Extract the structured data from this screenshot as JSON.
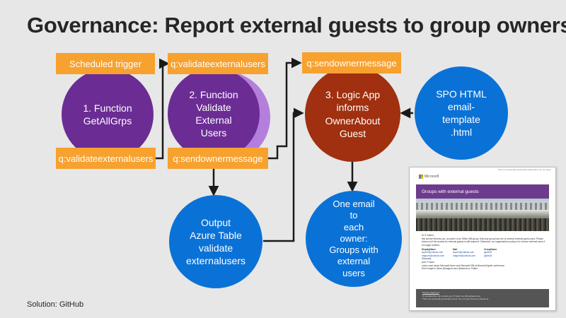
{
  "title": "Governance: Report external guests to group owners",
  "footer": "Solution: GitHub",
  "colors": {
    "orange": "#f7a12f",
    "purple": "#6b2c94",
    "blue": "#0a72d6",
    "red": "#a0300f"
  },
  "tags": {
    "scheduled_trigger": "Scheduled trigger",
    "q_validate_top": "q:validateexternalusers",
    "q_validate_bottom": "q:validateexternalusers",
    "q_sendowner_top": "q:sendownermessage",
    "q_sendowner_bottom": "q:sendownermessage"
  },
  "nodes": {
    "get_all_groups": "1. Function\nGetAllGrps",
    "validate_users": "2. Function\nValidate\nExternal\nUsers",
    "logic_app": "3. Logic App\ninforms\nOwnerAbout\nGuest",
    "spo_template": "SPO HTML\nemail-\ntemplate\n.html",
    "azure_table": "Output\nAzure Table\nvalidate\nexternalusers",
    "one_email": "One email\nto\neach\nowner:\nGroups with\nexternal\nusers"
  },
  "email": {
    "top_note": "This is an automatic generated information. Do not reply.",
    "brand": "Microsoft",
    "banner": "Groups with external guests",
    "greeting": "Hi IT-Admin,",
    "intro": "this service informs you, as owner of an Office 365 group, that your group has one or several external guest users. Please check out if the access for external guests is still required. Otherwise, our organization's policy is to remove external users if no longer needed.",
    "columns": [
      "DisplayName",
      "Mail",
      "GroupName"
    ],
    "rows": [
      [
        "toporhi@outlook.com",
        "toporhi@outlook.com",
        "ignite18"
      ],
      [
        "magrom@outlook.com",
        "magrom@outlook.com",
        "ignite18"
      ]
    ],
    "sign": "Sincerely,",
    "team": "your IT team",
    "learn": "Learn more about Microsoft Azure and Microsoft 365 at Microsoft Ignite conference.",
    "follow": "Don't forget to follow @magrom and @atwork on Twitter.",
    "footer_lines": [
      "Privacy statement",
      "To unsubscribe, pls contact your IT Admin at office@atwork.at",
      "This is an automatic generated email. Do not reply. Demo by atwork.at"
    ]
  }
}
